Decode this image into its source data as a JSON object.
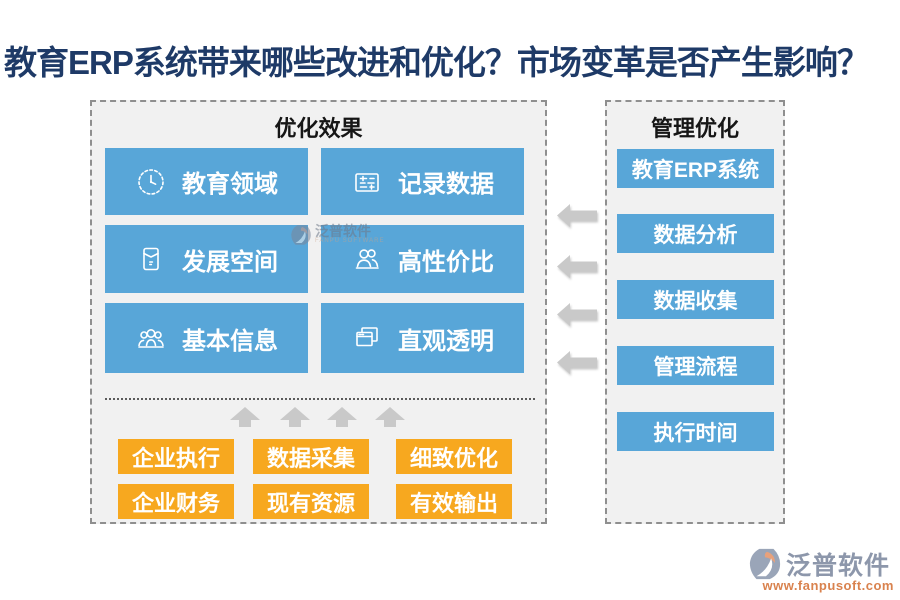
{
  "title": "教育ERP系统带来哪些改进和优化？市场变革是否产生影响？",
  "colors": {
    "title_navy": "#1e3a67",
    "box_blue": "#58a6d8",
    "box_orange": "#f7a81f",
    "arrow_gray": "#c9c9c9",
    "panel_bg": "#f1f1f1"
  },
  "left_panel": {
    "header": "优化效果",
    "effect_boxes": [
      {
        "label": "教育领域",
        "icon": "clock-icon"
      },
      {
        "label": "记录数据",
        "icon": "record-form-icon"
      },
      {
        "label": "发展空间",
        "icon": "envelope-icon"
      },
      {
        "label": "高性价比",
        "icon": "two-users-icon"
      },
      {
        "label": "基本信息",
        "icon": "user-group-icon"
      },
      {
        "label": "直观透明",
        "icon": "windows-icon"
      }
    ],
    "factor_boxes": [
      "企业执行",
      "数据采集",
      "细致优化",
      "企业财务",
      "现有资源",
      "有效输出"
    ]
  },
  "right_panel": {
    "header": "管理优化",
    "items": [
      "教育ERP系统",
      "数据分析",
      "数据收集",
      "管理流程",
      "执行时间"
    ]
  },
  "watermark": {
    "brand": "泛普软件",
    "sub": "FANPU SOFTWARE"
  },
  "footer": {
    "brand": "泛普软件",
    "url": "www.fanpusoft.com"
  }
}
